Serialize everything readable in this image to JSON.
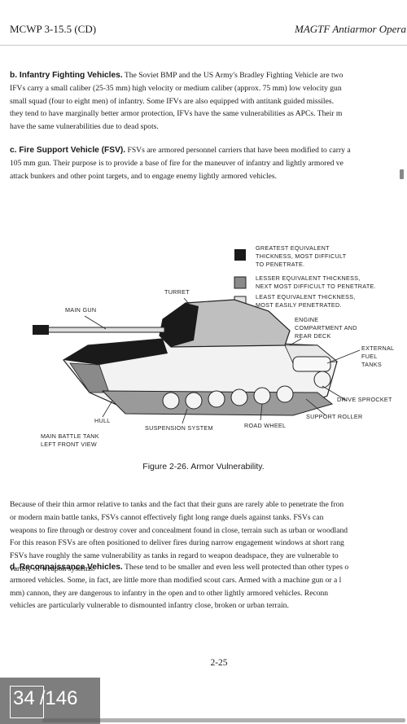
{
  "header": {
    "left": "MCWP 3-15.5 (CD)",
    "right": "MAGTF Antiarmor Opera"
  },
  "sections": {
    "ifv": {
      "heading": "b. Infantry Fighting Vehicles.",
      "lines": [
        "  The Soviet BMP and the US Army's Bradley Fighting Vehicle are two",
        "IFVs carry a small caliber (25-35 mm) high velocity or medium caliber (approx. 75 mm) low velocity gun",
        "small squad (four to eight men) of infantry.  Some IFVs are also equipped with antitank guided missiles.",
        "they tend to have marginally better armor protection, IFVs have the same vulnerabilities as APCs. Their m",
        "have the same vulnerabilities due to dead spots."
      ]
    },
    "fsv": {
      "heading": "c. Fire Support Vehicle (FSV).",
      "lines": [
        "  FSVs are armored personnel carriers that have been modified to carry a",
        "105 mm gun. Their purpose is to provide a base of fire for the maneuver of infantry and lightly armored ve",
        "attack bunkers and other point targets, and  to engage  enemy lightly armored vehicles."
      ]
    },
    "fsv_cont": {
      "lines": [
        "Because of their thin armor relative to tanks and the fact that their guns are rarely able to penetrate the fron",
        "or modern main battle tanks, FSVs cannot effectively fight long range duels against tanks. FSVs can",
        "weapons to fire through or destroy cover and concealment found in close, terrain such as urban or woodland",
        "For this reason FSVs are often positioned to deliver fires during narrow engagement windows at short rang",
        "FSVs have roughly the same vulnerability as tanks in regard to weapon deadspace, they are vulnerable to",
        "variety of  weapon systems."
      ]
    },
    "recon": {
      "heading": "d. Reconnaissance Vehicles.",
      "lines": [
        " These tend to be smaller and even less well protected than other types o",
        "armored vehicles. Some, in fact, are little more than modified scout cars.  Armed with a machine gun or a l",
        "mm) cannon, they are dangerous to infantry in the open and to other lightly armored vehicles. Reconn",
        "vehicles are  particularly vulnerable to dismounted infantry close, broken or  urban terrain."
      ]
    }
  },
  "figure": {
    "caption": "Figure 2-26.  Armor Vulnerability.",
    "legend": [
      {
        "lines": [
          "GREATEST EQUIVALENT",
          "THICKNESS, MOST DIFFICULT",
          "TO PENETRATE."
        ],
        "fill": "#1a1a1a"
      },
      {
        "lines": [
          "LESSER EQUIVALENT THICKNESS,",
          "NEXT MOST DIFFICULT TO PENETRATE."
        ],
        "fill": "#7a7a7a"
      },
      {
        "lines": [
          "LEAST EQUIVALENT THICKNESS,",
          "MOST EASILY PENETRATED."
        ],
        "fill": "#d8d8d8"
      }
    ],
    "labels": {
      "turret": "TURRET",
      "main_gun": "MAIN GUN",
      "engine": [
        "ENGINE",
        "COMPARTMENT AND",
        "REAR DECK"
      ],
      "fuel": [
        "EXTERNAL",
        "FUEL",
        "TANKS"
      ],
      "sprocket": "DRIVE SPROCKET",
      "roller": "SUPPORT ROLLER",
      "road_wheel": "ROAD WHEEL",
      "suspension": "SUSPENSION SYSTEM",
      "hull": "HULL",
      "view": [
        "MAIN BATTLE TANK",
        "LEFT FRONT VIEW"
      ]
    }
  },
  "page_number": "2-25",
  "pager": {
    "current": "34",
    "total": "/146",
    "progress": 0.23
  }
}
